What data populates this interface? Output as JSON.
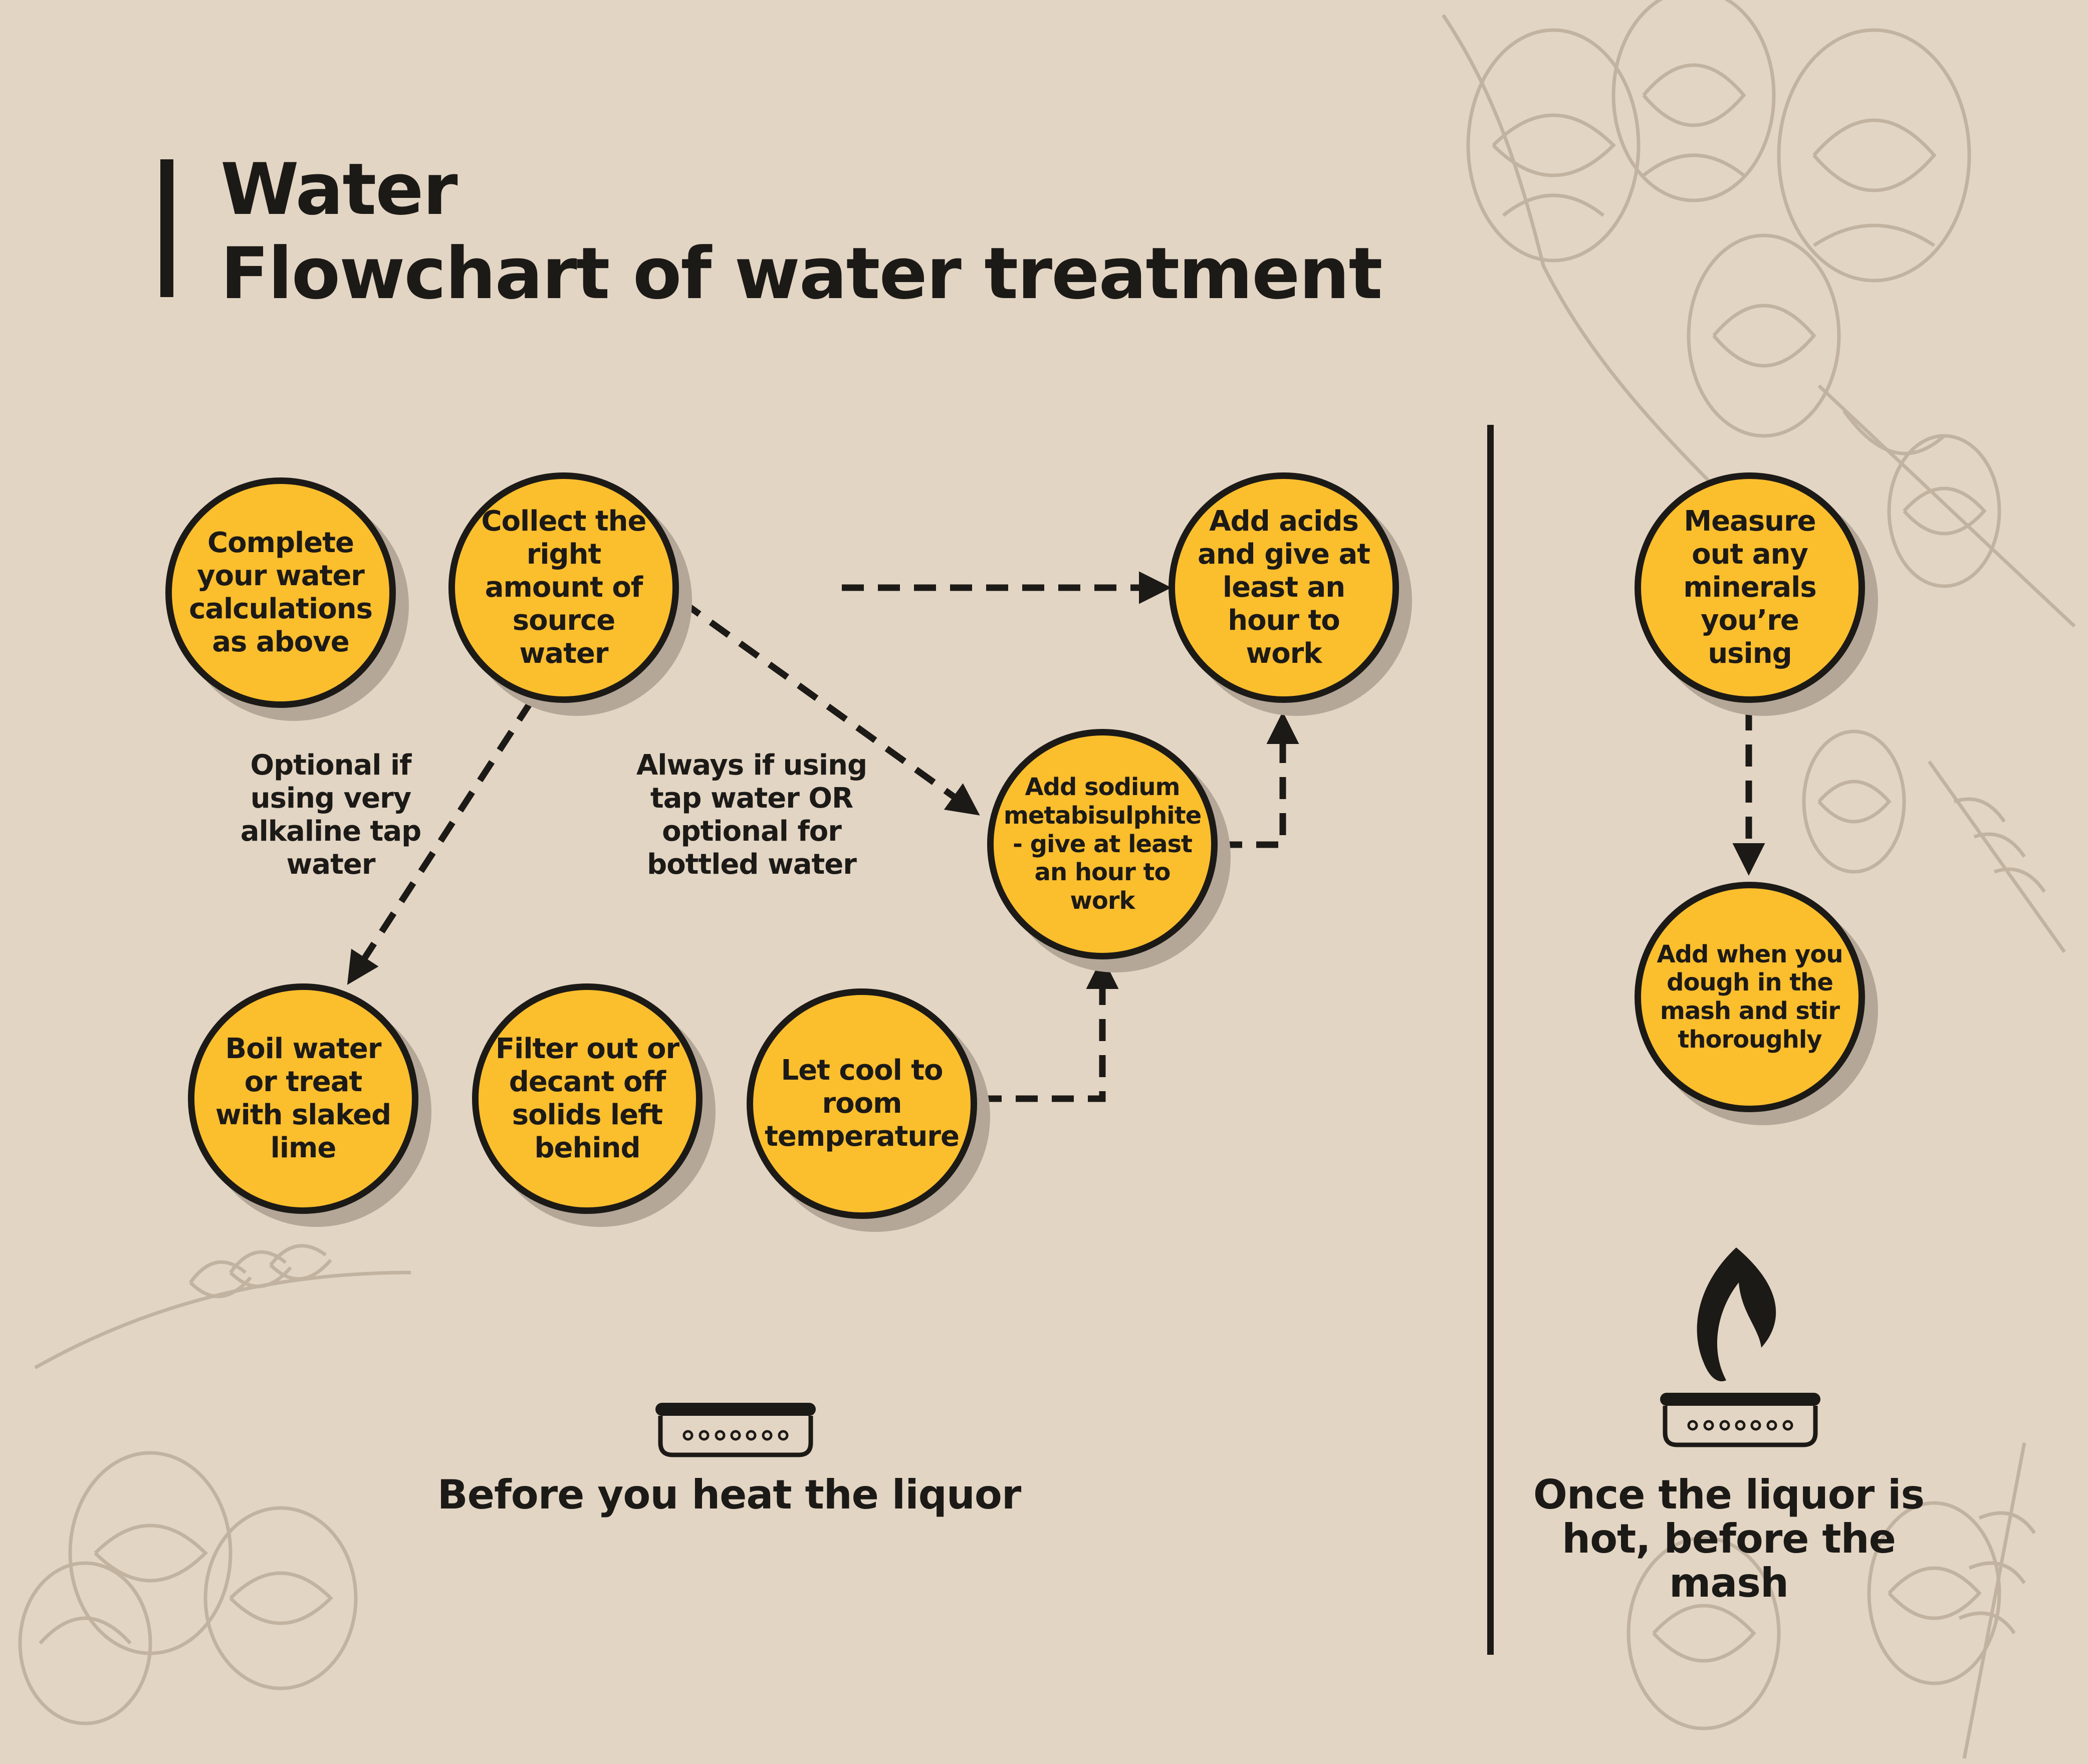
{
  "title": {
    "line1": "Water",
    "line2": "Flowchart of water treatment"
  },
  "colors": {
    "background": "#e3d5c3",
    "node_fill": "#fbbe2d",
    "ink": "#1c1a17",
    "shadow": "#b4a797",
    "sketch": "#b6a794"
  },
  "nodes": {
    "complete_calculations": "Complete your water calculations as above",
    "collect_source_water": "Collect the right amount of source water",
    "add_acids": "Add acids and give at least an hour to work",
    "add_sodium_metabisulphite": "Add sodium metabisulphite - give at least an hour to work",
    "boil_or_treat": "Boil water or treat with slaked lime",
    "filter_or_decant": "Filter out or decant off solids left behind",
    "let_cool": "Let cool to room temperature",
    "measure_minerals": "Measure out any minerals you’re using",
    "add_at_dough_in": "Add when you dough in the mash and stir thoroughly"
  },
  "notes": {
    "optional_alkaline": "Optional if using very alkaline tap water",
    "always_tap_water": "Always if using tap water OR optional for bottled water"
  },
  "sections": {
    "before_heat": "Before you heat the liquor",
    "after_heat": "Once the liquor is hot, before the mash"
  },
  "icons": {
    "burner": "burner-icon",
    "flame": "flame-icon",
    "decoration": "hop-sketch-decoration"
  }
}
